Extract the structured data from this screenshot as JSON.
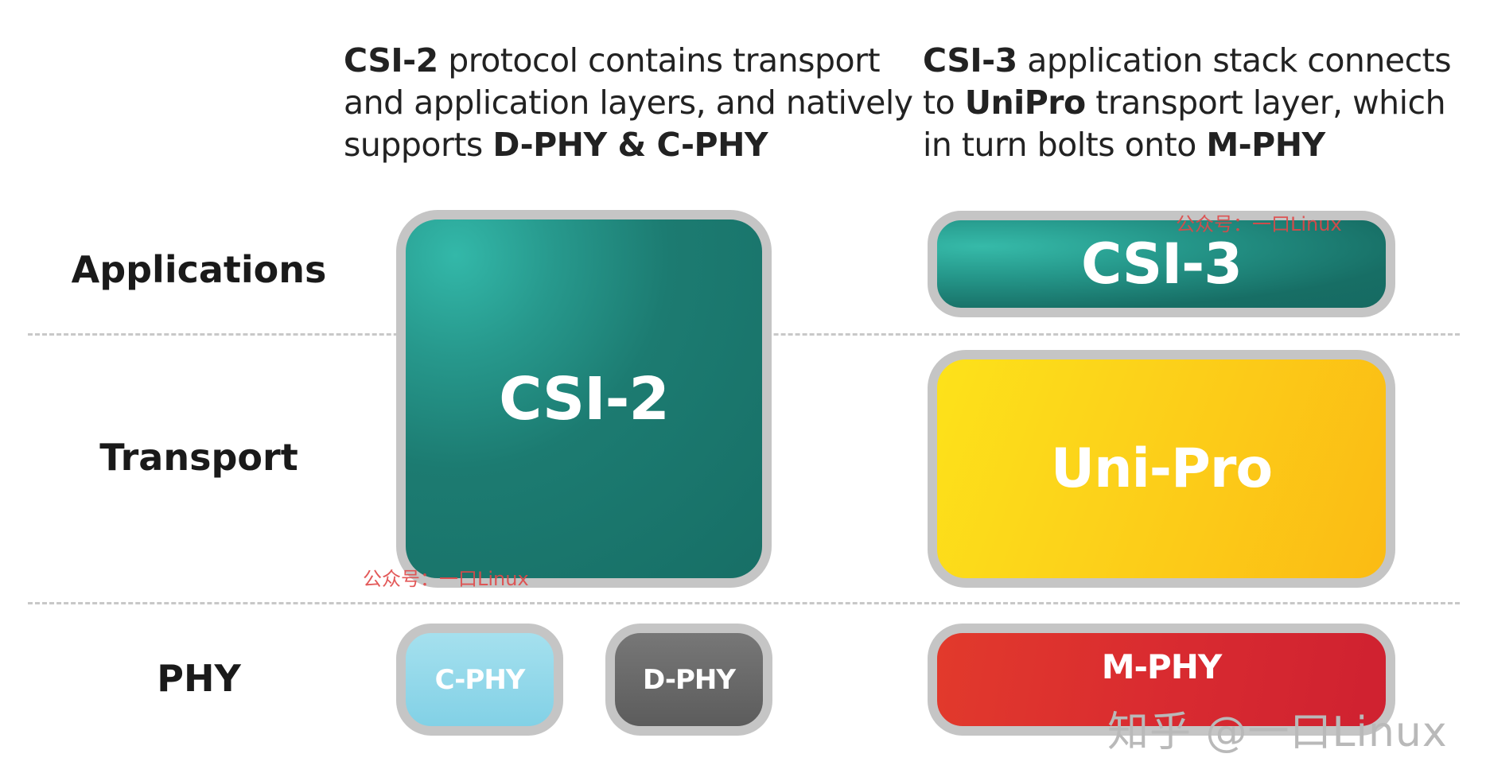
{
  "captions": {
    "left": {
      "line1_bold": "CSI-2",
      "line1_rest": " protocol contains transport",
      "line2": "and application layers, and natively",
      "line3_pre": "supports ",
      "line3_bold": "D-PHY & C-PHY"
    },
    "right": {
      "line1_bold": "CSI-3",
      "line1_rest": " application stack connects",
      "line2_pre": "to ",
      "line2_bold": "UniPro",
      "line2_rest": " transport layer, which",
      "line3_pre": "in turn bolts onto ",
      "line3_bold": "M-PHY"
    }
  },
  "layers": {
    "applications": "Applications",
    "transport": "Transport",
    "phy": "PHY"
  },
  "blocks": {
    "csi2": "CSI-2",
    "csi3": "CSI-3",
    "unipro": "Uni-Pro",
    "cphy": "C-PHY",
    "dphy": "D-PHY",
    "mphy": "M-PHY"
  },
  "colors": {
    "teal": "#1a7a70",
    "teal_light": "#2fb8a8",
    "yellow": "#fcd21a",
    "orange": "#fbb914",
    "red": "#d52630",
    "cyan": "#86d3e6",
    "gray": "#666666",
    "border": "#c5c5c5"
  },
  "watermarks": {
    "small": "公众号：一口Linux",
    "big": "知乎 @一口Linux"
  }
}
